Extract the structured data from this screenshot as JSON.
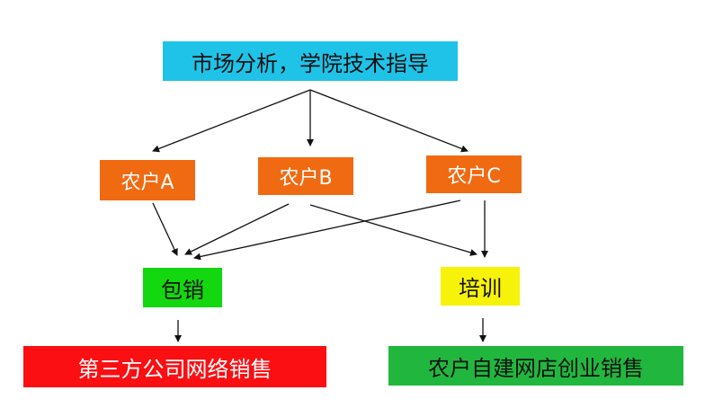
{
  "colors": {
    "top": "#1fc3e8",
    "farmer": "#f06a12",
    "baoxiao": "#13d80f",
    "peixun": "#f7f20a",
    "sales_third": "#fb0f12",
    "sales_store": "#21b73f",
    "arrow": "#111111"
  },
  "nodes": {
    "top": "市场分析，学院技术指导",
    "farmer_a": "农户A",
    "farmer_b": "农户B",
    "farmer_c": "农户C",
    "baoxiao": "包销",
    "peixun": "培训",
    "sales_third": "第三方公司网络销售",
    "sales_store": "农户自建网店创业销售"
  },
  "edges": [
    {
      "from": "top",
      "to": "farmer_a"
    },
    {
      "from": "top",
      "to": "farmer_b"
    },
    {
      "from": "top",
      "to": "farmer_c"
    },
    {
      "from": "farmer_a",
      "to": "baoxiao"
    },
    {
      "from": "farmer_b",
      "to": "baoxiao"
    },
    {
      "from": "farmer_b",
      "to": "peixun"
    },
    {
      "from": "farmer_c",
      "to": "baoxiao"
    },
    {
      "from": "farmer_c",
      "to": "peixun"
    },
    {
      "from": "baoxiao",
      "to": "sales_third"
    },
    {
      "from": "peixun",
      "to": "sales_store"
    }
  ]
}
